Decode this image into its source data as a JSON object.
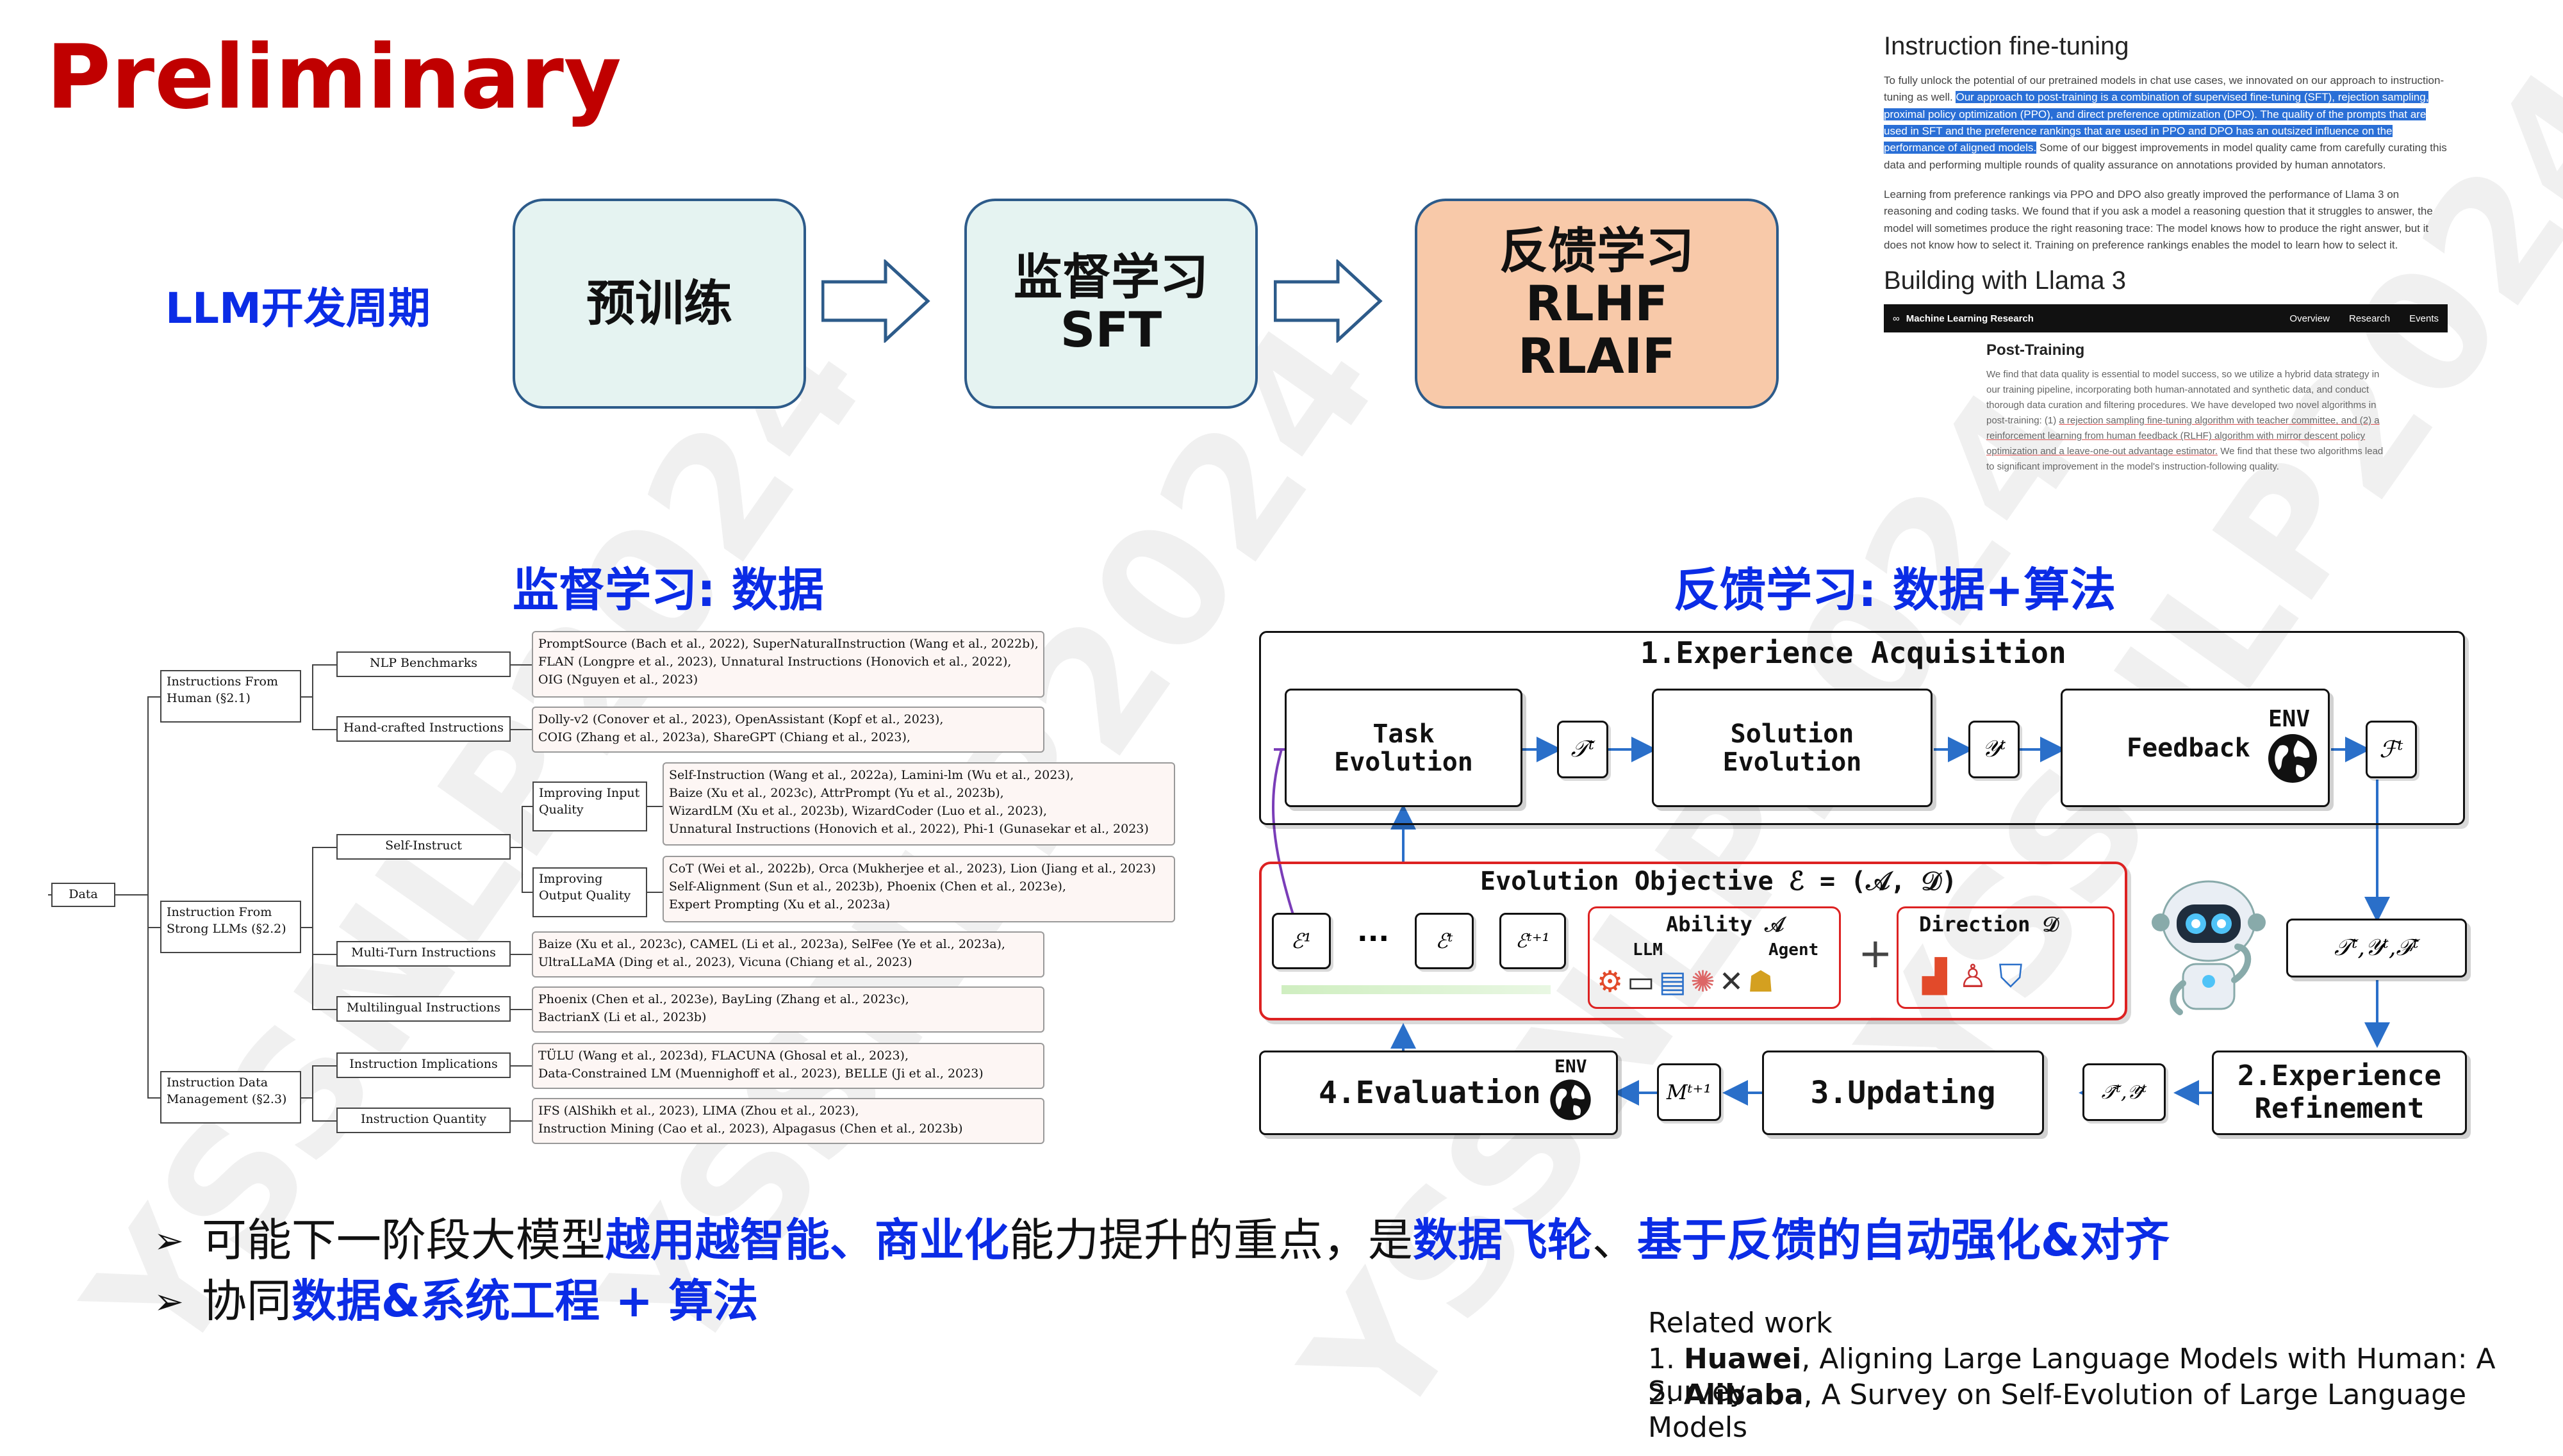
{
  "title": "Preliminary",
  "cycle": {
    "label": "LLM开发周期",
    "stages": [
      {
        "lines": [
          "预训练"
        ]
      },
      {
        "lines": [
          "监督学习",
          "SFT"
        ]
      },
      {
        "lines": [
          "反馈学习",
          "RLHF",
          "RLAIF"
        ]
      }
    ]
  },
  "colors": {
    "title": "#c00000",
    "accent": "#0b2ce6",
    "stage1": "#e5f3f1",
    "stage2": "#e5f3f1",
    "stage3": "#f8c9a9"
  },
  "excerpt": {
    "heading1": "Instruction fine-tuning",
    "para1_pre": "To fully unlock the potential of our pretrained models in chat use cases, we innovated on our approach to instruction-tuning as well.",
    "para1_sel": "Our approach to post-training is a combination of supervised fine-tuning (SFT), rejection sampling, proximal policy optimization (PPO), and direct preference optimization (DPO). The quality of the prompts that are used in SFT and the preference rankings that are used in PPO and DPO has an outsized influence on the performance of aligned models.",
    "para1_post": "Some of our biggest improvements in model quality came from carefully curating this data and performing multiple rounds of quality assurance on annotations provided by human annotators.",
    "para2": "Learning from preference rankings via PPO and DPO also greatly improved the performance of Llama 3 on reasoning and coding tasks. We found that if you ask a model a reasoning question that it struggles to answer, the model will sometimes produce the right reasoning trace: The model knows how to produce the right answer, but it does not know how to select it. Training on preference rankings enables the model to learn how to select it.",
    "heading2": "Building with Llama 3",
    "bar_logo": "Machine Learning Research",
    "bar_nav": [
      "Overview",
      "Research",
      "Events"
    ],
    "post_title": "Post-Training",
    "post_text_pre": "We find that data quality is essential to model success, so we utilize a hybrid data strategy in our training pipeline, incorporating both human-annotated and synthetic data, and conduct thorough data curation and filtering procedures. We have developed two novel algorithms in post-training: (1)",
    "post_text_u": "a rejection sampling fine-tuning algorithm with teacher committee, and (2) a reinforcement learning from human feedback (RLHF) algorithm with mirror descent policy optimization and a leave-one-out advantage estimator.",
    "post_text_post": "We find that these two algorithms lead to significant improvement in the model's instruction-following quality."
  },
  "left_section": {
    "title": "监督学习: 数据",
    "root": "Data",
    "level1": [
      "Instructions From Human (§2.1)",
      "Instruction From Strong LLMs (§2.2)",
      "Instruction Data Management (§2.3)"
    ],
    "level2": [
      "NLP Benchmarks",
      "Hand-crafted Instructions",
      "Self-Instruct",
      "Multi-Turn Instructions",
      "Multilingual Instructions",
      "Instruction Implications",
      "Instruction Quantity"
    ],
    "level3": [
      "Improving Input Quality",
      "Improving Output Quality"
    ],
    "refs": [
      [
        "PromptSource (Bach et al., 2022), SuperNaturalInstruction (Wang et al., 2022b),",
        "FLAN (Longpre et al., 2023), Unnatural Instructions (Honovich et al., 2022),",
        "OIG (Nguyen et al., 2023)"
      ],
      [
        "Dolly-v2 (Conover et al., 2023), OpenAssistant (Kopf et al., 2023),",
        "COIG (Zhang et al., 2023a), ShareGPT (Chiang et al., 2023),"
      ],
      [
        "Self-Instruction (Wang et al., 2022a), Lamini-lm (Wu et al., 2023),",
        "Baize (Xu et al., 2023c), AttrPrompt (Yu et al., 2023b),",
        "WizardLM (Xu et al., 2023b), WizardCoder (Luo et al., 2023),",
        "Unnatural Instructions (Honovich et al., 2022), Phi-1 (Gunasekar et al., 2023)"
      ],
      [
        "CoT (Wei et al., 2022b), Orca (Mukherjee et al., 2023), Lion (Jiang et al., 2023)",
        "Self-Alignment (Sun et al., 2023b), Phoenix (Chen et al., 2023e),",
        "Expert Prompting (Xu et al., 2023a)"
      ],
      [
        "Baize (Xu et al., 2023c), CAMEL (Li et al., 2023a), SelFee (Ye et al., 2023a),",
        "UltraLLaMA (Ding et al., 2023), Vicuna (Chiang et al., 2023)"
      ],
      [
        "Phoenix (Chen et al., 2023e), BayLing (Zhang et al., 2023c),",
        "BactrianX (Li et al., 2023b)"
      ],
      [
        "TÜLU (Wang et al., 2023d), FLACUNA (Ghosal et al., 2023),",
        "Data-Constrained LM (Muennighoff et al., 2023), BELLE (Ji et al., 2023)"
      ],
      [
        "IFS (AlShikh et al., 2023), LIMA (Zhou et al., 2023),",
        "Instruction Mining (Cao et al., 2023), Alpagasus (Chen et al., 2023b)"
      ]
    ]
  },
  "right_section": {
    "title": "反馈学习: 数据+算法",
    "phase1": "1.Experience Acquisition",
    "task": [
      "Task",
      "Evolution"
    ],
    "solution": [
      "Solution",
      "Evolution"
    ],
    "feedback": "Feedback",
    "env": "ENV",
    "objective": "Evolution Objective ℰ = (𝒜, 𝒟)",
    "ability": "Ability 𝒜",
    "llm": "LLM",
    "agent": "Agent",
    "direction": "Direction 𝒟",
    "ellipsis": "···",
    "plus": "+",
    "sym_T": "𝒯ᵗ",
    "sym_Y": "𝒴ᵗ",
    "sym_F": "ℱᵗ",
    "sym_E1": "ℰ¹",
    "sym_Et": "ℰᵗ",
    "sym_Et1": "ℰᵗ⁺¹",
    "sym_TYF": "𝒯ᵗ,𝒴ᵗ,ℱᵗ",
    "sym_TY": "𝒯̃ᵗ,𝒴̃ᵗ",
    "sym_M": "Mᵗ⁺¹",
    "phase2": [
      "2.Experience",
      "Refinement"
    ],
    "phase3": "3.Updating",
    "phase4": "4.Evaluation"
  },
  "bullets": [
    [
      {
        "t": "可能下一阶段大模型",
        "hl": false
      },
      {
        "t": "越用越智能、商业化",
        "hl": true
      },
      {
        "t": "能力提升的重点，是",
        "hl": false
      },
      {
        "t": "数据飞轮",
        "hl": true
      },
      {
        "t": "、",
        "hl": false
      },
      {
        "t": "基于反馈的自动强化&对齐",
        "hl": true
      }
    ],
    [
      {
        "t": "协同",
        "hl": false
      },
      {
        "t": "数据&系统工程 + 算法",
        "hl": true
      }
    ]
  ],
  "related": {
    "heading": "Related work",
    "items": [
      {
        "num": "1. ",
        "org": "Huawei",
        "text": ", Aligning Large Language Models with Human: A Survey"
      },
      {
        "num": "2. ",
        "org": "Alibaba",
        "text": ", A Survey on Self-Evolution of Large Language Models"
      }
    ]
  },
  "watermark": "YSSNLP2024"
}
